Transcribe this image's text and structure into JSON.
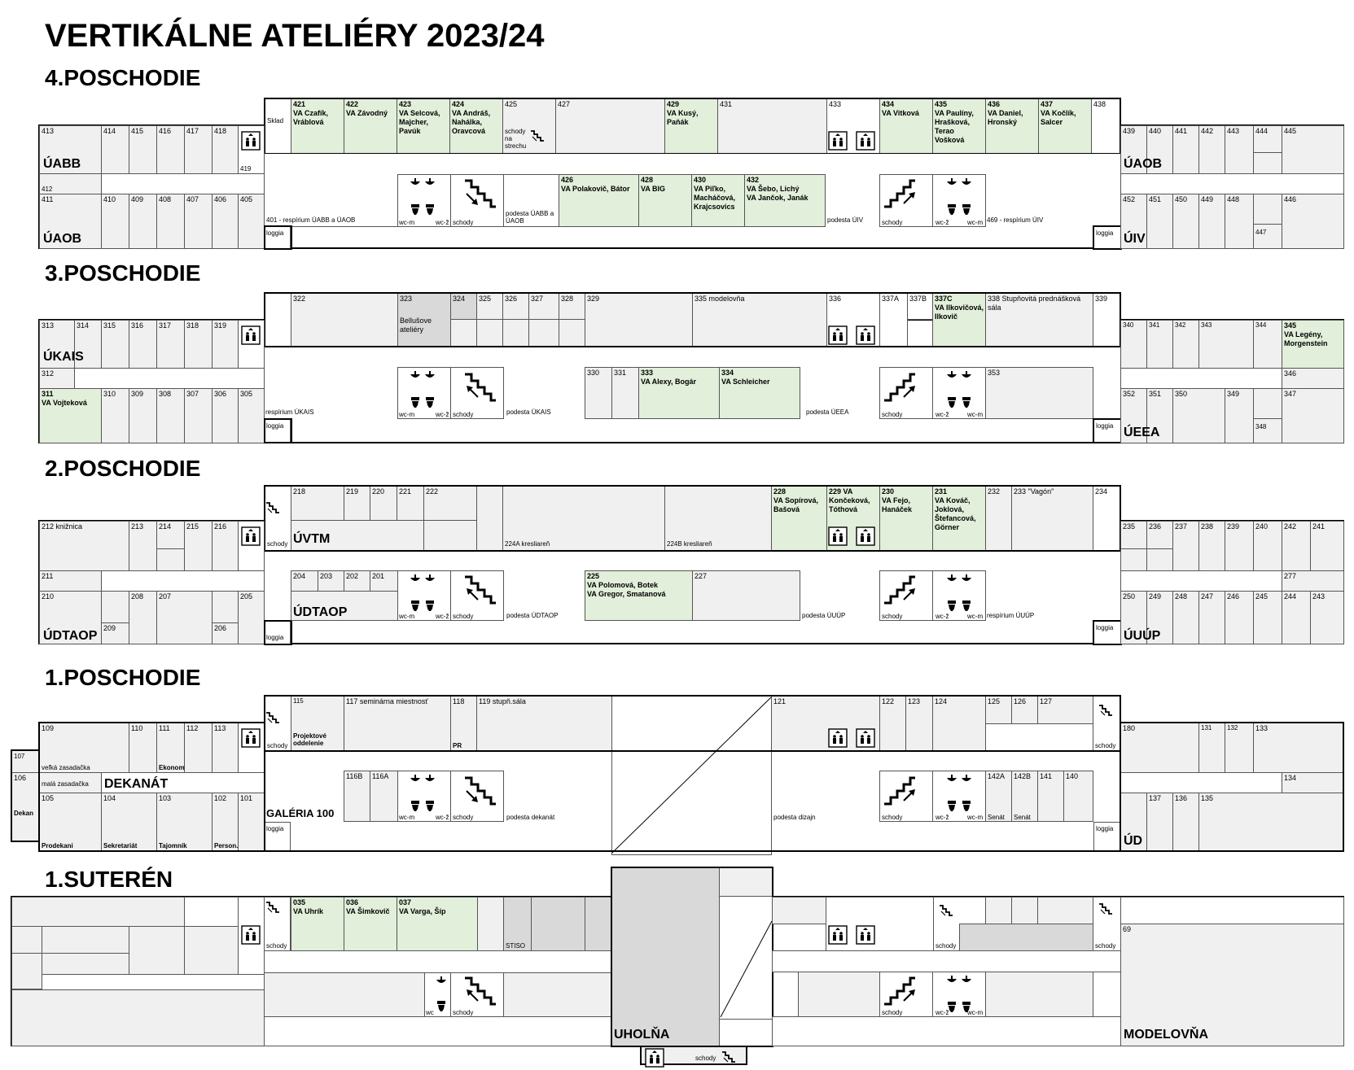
{
  "title": "VERTIKÁLNE ATELIÉRY 2023/24",
  "floors": {
    "f4": "4.POSCHODIE",
    "f3": "3.POSCHODIE",
    "f2": "2.POSCHODIE",
    "f1": "1.POSCHODIE",
    "s1": "1.SUTERÉN"
  },
  "wings": {
    "f4_uabb": "ÚABB",
    "f4_uaob_l": "ÚAOB",
    "f4_uaob_r": "ÚAOB",
    "f4_uiv": "ÚIV",
    "f3_ukais": "ÚKAIS",
    "f3_ueea": "ÚEEA",
    "f2_uvtm": "ÚVTM",
    "f2_udtaop_l": "ÚDTAOP",
    "f2_udtaop_c": "ÚDTAOP",
    "f2_uuup": "ÚUÚP",
    "f1_dekanat": "DEKANÁT",
    "f1_galeria": "GALÉRIA 100",
    "f1_ud": "ÚD",
    "s1_uholna": "UHOLŇA",
    "s1_modelovna": "MODELOVŇA"
  },
  "f4": {
    "sklad": "Sklad",
    "r421": "421",
    "r421t": "VA Czafík,\nVráblová",
    "r422": "422",
    "r422t": "VA Závodný",
    "r423": "423",
    "r423t": "VA Selcová,\nMajcher,\nPavúk",
    "r424": "424",
    "r424t": "VA Andráš,\nNahálka,\nOravcová",
    "r425": "425",
    "r425s": "schody\nna\nstrechu",
    "r427": "427",
    "r429": "429",
    "r429t": "VA Kusý,\nPaňák",
    "r431": "431",
    "r433": "433",
    "r434": "434",
    "r434t": "VA Vitková",
    "r435": "435",
    "r435t": "VA Paulíny,\nHrašková,\nTerao\nVošková",
    "r436": "436",
    "r436t": "VA Daniel,\nHronský",
    "r437": "437",
    "r437t": "VA Kočlík,\nSalcer",
    "r438": "438",
    "r413": "413",
    "r414": "414",
    "r415": "415",
    "r416": "416",
    "r417": "417",
    "r418": "418",
    "r419": "419",
    "r412": "412",
    "r411": "411",
    "r410": "410",
    "r409": "409",
    "r408": "408",
    "r407": "407",
    "r406": "406",
    "r405": "405",
    "r401": "401 - respírium ÚABB a ÚAOB",
    "loggia_l": "loggia",
    "r426": "426",
    "r426t": "VA Polakovič, Bátor",
    "r428": "428",
    "r428t": "VA BIG",
    "r430": "430",
    "r430t": "VA Piľko,\nMacháčová,\nKrajcsovics",
    "r432": "432",
    "r432t": "VA Šebo, Lichý\nVA Jančok, Janák",
    "wcm": "wc-m",
    "wcz": "wc-ž",
    "schody": "schody",
    "podesta1": "podesta ÚABB a\nÚAOB",
    "podesta2": "podesta ÚIV",
    "schody2": "schody",
    "wcz2": "wc-ž",
    "wcm2": "wc-m",
    "r469": "469 - respírium ÚIV",
    "loggia_r": "loggia",
    "r439": "439",
    "r440": "440",
    "r441": "441",
    "r442": "442",
    "r443": "443",
    "r444": "444",
    "r445": "445",
    "r452": "452",
    "r451": "451",
    "r450": "450",
    "r449": "449",
    "r448": "448",
    "r447": "447",
    "r446": "446"
  },
  "f3": {
    "r322": "322",
    "r323": "323",
    "r323t": "Bellušove\nateliéry",
    "r324": "324",
    "r325": "325",
    "r326": "326",
    "r327": "327",
    "r328": "328",
    "r329": "329",
    "r335": "335 modelovňa",
    "r336": "336",
    "r337a": "337A",
    "r337b": "337B",
    "r337c": "337C",
    "r337ct": "VA Ilkovičová,\nIlkovič",
    "r338": "338 Stupňovitá prednášková sála",
    "r339": "339",
    "r313": "313",
    "r314": "314",
    "r315": "315",
    "r316": "316",
    "r317": "317",
    "r318": "318",
    "r319": "319",
    "r312": "312",
    "r311": "311",
    "r311t": "VA Vojteková",
    "r310": "310",
    "r309": "309",
    "r308": "308",
    "r307": "307",
    "r306": "306",
    "r305": "305",
    "resp": "respírium ÚKAIS",
    "loggia_l": "loggia",
    "wcm": "wc-m",
    "wcz": "wc-ž",
    "schody": "schody",
    "podesta1": "podesta ÚKAIS",
    "r330": "330",
    "r331": "331",
    "r333": "333",
    "r333t": "VA Alexy, Bogár",
    "r334": "334",
    "r334t": "VA Schleicher",
    "podesta2": "podesta ÚEEA",
    "schody2": "schody",
    "wcz2": "wc-ž",
    "wcm2": "wc-m",
    "r353": "353",
    "loggia_r": "loggia",
    "r340": "340",
    "r341": "341",
    "r342": "342",
    "r343": "343",
    "r344": "344",
    "r345": "345",
    "r345t": "VA Legény,\nMorgenstein",
    "r346": "346",
    "r352": "352",
    "r351": "351",
    "r350": "350",
    "r349": "349",
    "r347": "347",
    "r348": "348"
  },
  "f2": {
    "schody_l": "schody",
    "r218": "218",
    "r219": "219",
    "r220": "220",
    "r221": "221",
    "r222": "222",
    "r224a": "224A kresliareň",
    "r224b": "224B kresliareň",
    "r228": "228",
    "r228t": "VA Sopírová,\nBašová",
    "r229": "229 VA",
    "r229t": "Končeková,\nTóthová",
    "r230": "230",
    "r230t": "VA Fejo,\nHanáček",
    "r231": "231",
    "r231t": "VA Kováč,\nJoklová,\nŠtefancová,\nGörner",
    "r232": "232",
    "r233": "233 \"Vagón\"",
    "r234": "234",
    "r212": "212 knižnica",
    "r213": "213",
    "r214": "214",
    "r215": "215",
    "r216": "216",
    "r211": "211",
    "r210": "210",
    "r209": "209",
    "r208": "208",
    "r207": "207",
    "r206": "206",
    "r205": "205",
    "loggia_l": "loggia",
    "r204": "204",
    "r203": "203",
    "r202": "202",
    "r201": "201",
    "wcm": "wc-m",
    "wcz": "wc-ž",
    "schody": "schody",
    "podesta1": "podesta ÚDTAOP",
    "r225": "225",
    "r225t": "VA Polomová, Botek\nVA Gregor, Smatanová",
    "r227": "227",
    "podesta2": "podesta ÚUÚP",
    "schody2": "schody",
    "wcz2": "wc-ž",
    "wcm2": "wc-m",
    "resp": "respírium ÚUÚP",
    "loggia_r": "loggia",
    "r235": "235",
    "r236": "236",
    "r237": "237",
    "r238": "238",
    "r239": "239",
    "r240": "240",
    "r242": "242",
    "r241": "241",
    "r277": "277",
    "r250": "250",
    "r249": "249",
    "r248": "248",
    "r247": "247",
    "r246": "246",
    "r245": "245",
    "r244": "244",
    "r243": "243"
  },
  "f1": {
    "r115": "115",
    "r115t": "Projektové\noddelenie",
    "r117": "117 seminárna miestnosť",
    "r118": "118",
    "r118t": "PR odd.",
    "r119": "119 stupň.sála",
    "schody_l": "schody",
    "r121": "121",
    "r122": "122",
    "r123": "123",
    "r124": "124",
    "r125": "125",
    "r126": "126",
    "r127": "127",
    "schody_r": "schody",
    "r109": "109",
    "r110": "110",
    "r111": "111",
    "r112": "112",
    "r113": "113",
    "r107": "107",
    "velka": "veľká zasadačka",
    "ekon": "Ekonomické odd.",
    "r106": "106",
    "mala": "malá zasadačka",
    "dekan": "Dekan",
    "r105": "105",
    "r104": "104",
    "r103": "103",
    "r102": "102",
    "r101": "101",
    "prodekani": "Prodekani",
    "sekretariat": "Sekretariát",
    "tajomnik": "Tajomník",
    "person": "Person.odd.",
    "loggia_l": "loggia",
    "r116b": "116B",
    "r116a": "116A",
    "wcm": "wc-m",
    "wcz": "wc-ž",
    "schody": "schody",
    "podesta1": "podesta dekanát",
    "podesta2": "podesta dizajn",
    "schody2": "schody",
    "wcz2": "wc-ž",
    "wcm2": "wc-m",
    "r142a": "142A",
    "r142b": "142B",
    "r141": "141",
    "r140": "140",
    "senat1": "Senát",
    "senat2": "Senát",
    "loggia_r": "loggia",
    "r180": "180",
    "r131": "131",
    "r132": "132",
    "r133": "133",
    "r134": "134",
    "r137": "137",
    "r136": "136",
    "r135": "135"
  },
  "s1": {
    "schody_l": "schody",
    "r035": "035",
    "r035t": "VA Uhrík",
    "r036": "036",
    "r036t": "VA Šimkovič",
    "r037": "037",
    "r037t": "VA Varga, Šíp",
    "stiso": "STISO",
    "wc": "wc",
    "schody": "schody",
    "schody_m": "schody",
    "schody_r": "schody",
    "r69": "69",
    "schody2": "schody",
    "wcz2": "wc-ž",
    "wcm2": "wc-m",
    "schody_b": "schody"
  }
}
